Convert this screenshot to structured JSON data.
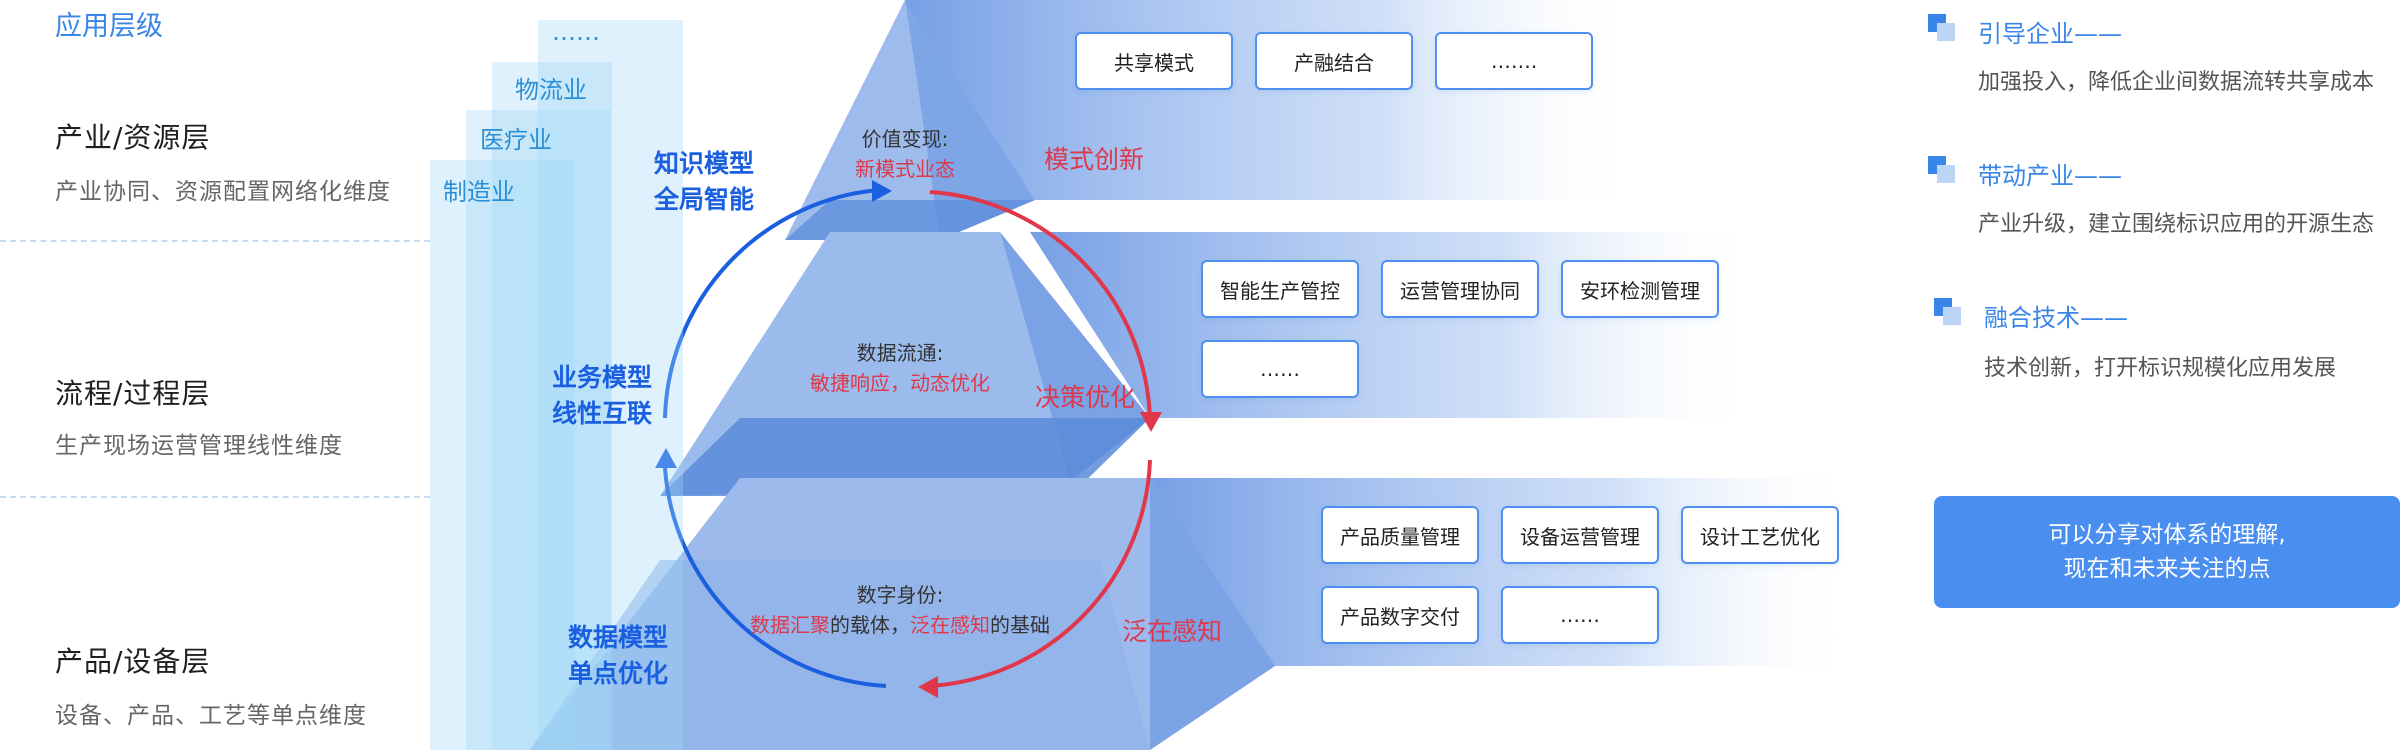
{
  "left_labels": {
    "app_level": "应用层级",
    "layers": [
      {
        "title": "产业/资源层",
        "desc": "产业协同、资源配置网络化维度"
      },
      {
        "title": "流程/过程层",
        "desc": "生产现场运营管理线性维度"
      },
      {
        "title": "产品/设备层",
        "desc": "设备、产品、工艺等单点维度"
      }
    ]
  },
  "industries": [
    "……",
    "物流业",
    "医疗业",
    "制造业"
  ],
  "models": [
    {
      "line1": "知识模型",
      "line2": "全局智能"
    },
    {
      "line1": "业务模型",
      "line2": "线性互联"
    },
    {
      "line1": "数据模型",
      "line2": "单点优化"
    }
  ],
  "pyramid": {
    "top": {
      "label": "价值变现:",
      "red": "新模式业态"
    },
    "middle": {
      "label": "数据流通:",
      "red": "敏捷响应，动态优化"
    },
    "bottom": {
      "label": "数字身份:",
      "red1": "数据汇聚",
      "mid": "的载体，",
      "red2": "泛在感知",
      "tail": "的基础"
    }
  },
  "red_labels": [
    "模式创新",
    "决策优化",
    "泛在感知"
  ],
  "tags": {
    "top": [
      "共享模式",
      "产融结合",
      "……."
    ],
    "middle": [
      "智能生产管控",
      "运营管理协同",
      "安环检测管理",
      "……"
    ],
    "bottom": [
      "产品质量管理",
      "设备运营管理",
      "设计工艺优化",
      "产品数字交付",
      "……"
    ]
  },
  "advantages": [
    {
      "title": "引导企业——",
      "desc": "加强投入，降低企业间数据流转共享成本"
    },
    {
      "title": "带动产业——",
      "desc": "产业升级，建立围绕标识应用的开源生态"
    },
    {
      "title": "融合技术——",
      "desc": "技术创新，打开标识规模化应用发展"
    }
  ],
  "note": {
    "line1": "可以分享对体系的理解,",
    "line2": "现在和未来关注的点"
  },
  "colors": {
    "accent": "#3a86e8",
    "red": "#e0374a",
    "arrow_blue": "#1a5fe0",
    "pyramid": "#7fa8e8"
  }
}
